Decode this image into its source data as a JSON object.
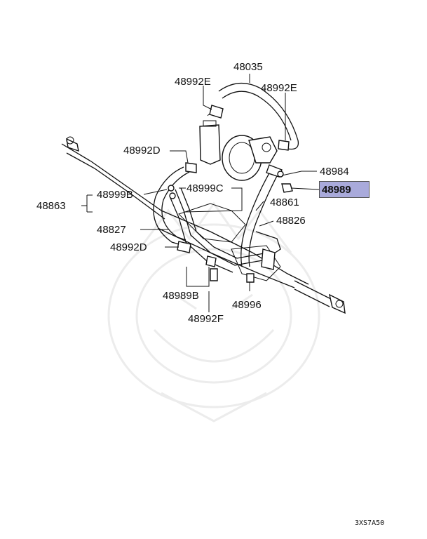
{
  "diagram": {
    "labels": {
      "p48035": "48035",
      "p48992E_left": "48992E",
      "p48992E_right": "48992E",
      "p48992D_top": "48992D",
      "p48984": "48984",
      "p48999B": "48999B",
      "p48999C": "48999C",
      "p48863": "48863",
      "p48861": "48861",
      "p48827": "48827",
      "p48826": "48826",
      "p48992D_bottom": "48992D",
      "p48989B": "48989B",
      "p48996": "48996",
      "p48992F": "48992F"
    },
    "highlighted_part": "48989",
    "diagram_code": "3XS7A50"
  }
}
